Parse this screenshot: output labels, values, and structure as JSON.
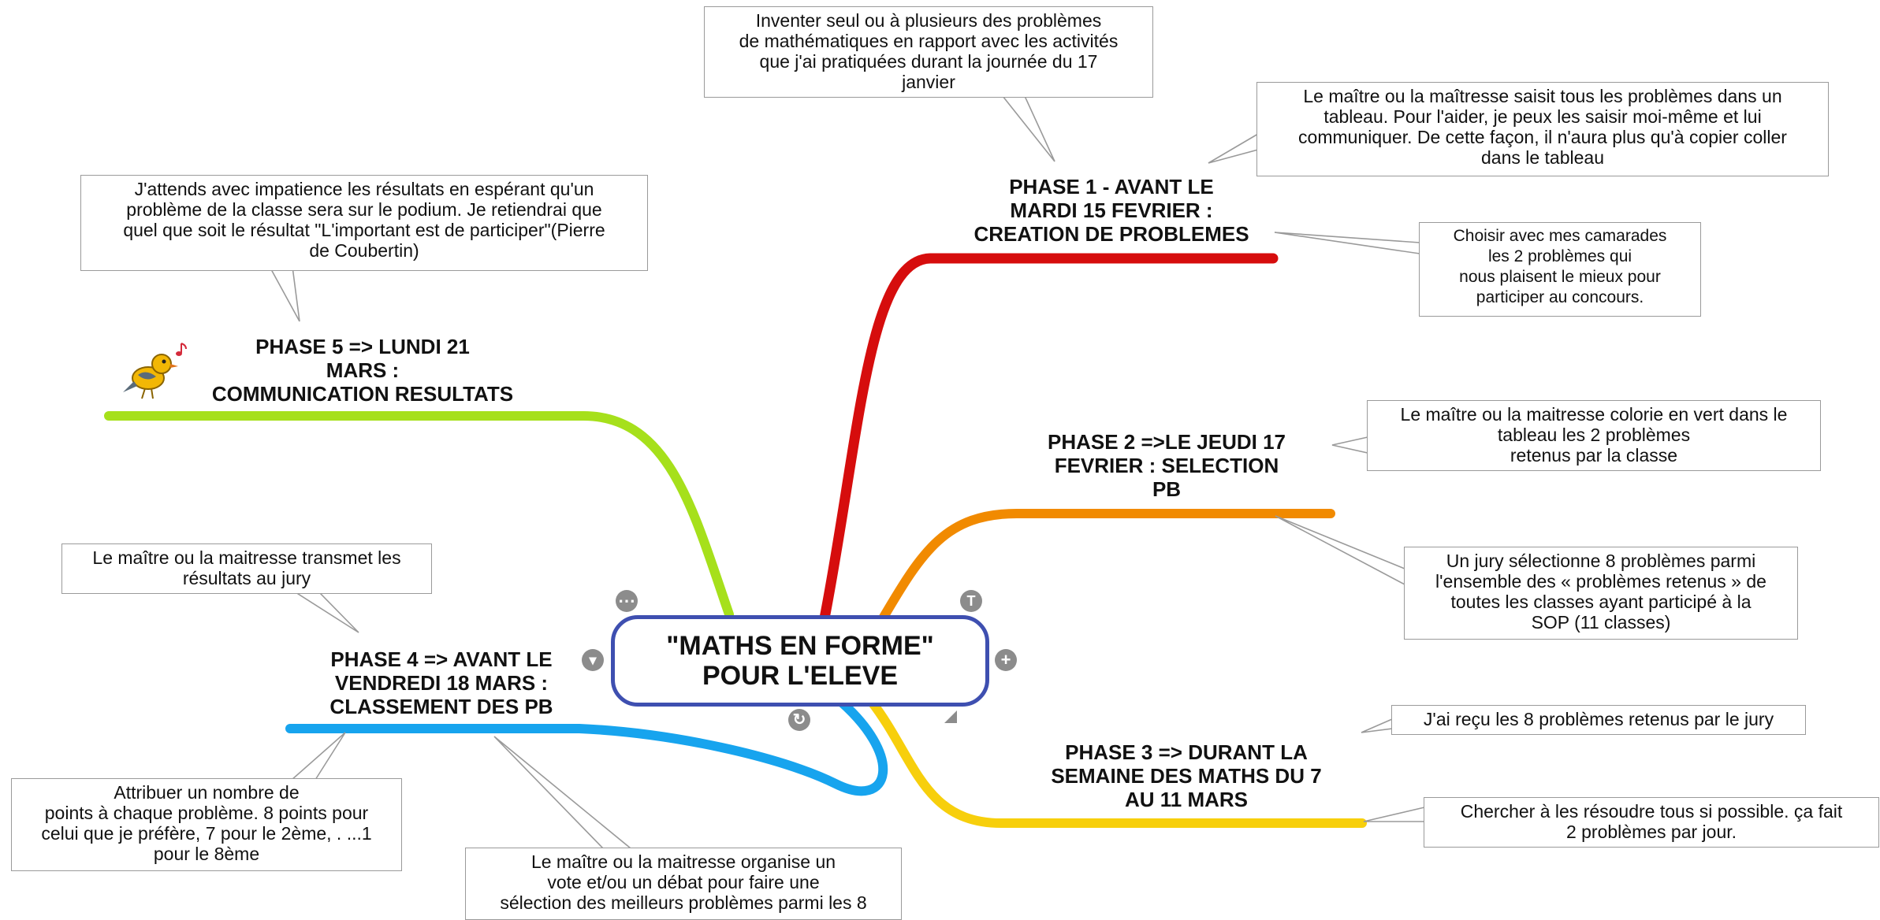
{
  "center": {
    "line1": "\"MATHS EN FORME\"",
    "line2": "POUR L'ELEVE"
  },
  "colors": {
    "phase1": "#d60d0d",
    "phase2": "#f18a00",
    "phase3": "#f7cf0c",
    "phase4": "#17a4ee",
    "phase5": "#a6e01b",
    "center_border": "#3e4fb0",
    "callout_border": "#9a9a9a"
  },
  "phases": {
    "p1": {
      "lines": [
        "PHASE 1 - AVANT LE",
        "MARDI 15 FEVRIER :",
        "CREATION DE PROBLEMES"
      ]
    },
    "p2": {
      "lines": [
        "PHASE 2 =>LE JEUDI 17",
        "FEVRIER : SELECTION",
        "PB"
      ]
    },
    "p3": {
      "lines": [
        "PHASE 3 => DURANT LA",
        "SEMAINE DES MATHS DU 7",
        "AU 11 MARS"
      ]
    },
    "p4": {
      "lines": [
        "PHASE 4 => AVANT LE",
        "VENDREDI 18 MARS :",
        "CLASSEMENT DES PB"
      ]
    },
    "p5": {
      "lines": [
        "PHASE 5 => LUNDI 21",
        "MARS :",
        "COMMUNICATION RESULTATS"
      ]
    }
  },
  "callouts": {
    "c1": {
      "lines": [
        "Inventer seul ou à plusieurs des problèmes",
        "de mathématiques en rapport avec les activités",
        "que j'ai pratiquées durant la journée du 17",
        "janvier"
      ]
    },
    "c2": {
      "lines": [
        "Le maître ou la maîtresse saisit tous les problèmes dans un",
        "tableau. Pour l'aider, je peux les saisir moi-même et lui",
        "communiquer. De cette façon, il n'aura plus qu'à copier coller",
        "dans le tableau"
      ]
    },
    "c3": {
      "lines": [
        "Choisir avec mes camarades",
        "les 2 problèmes qui",
        "nous plaisent le mieux pour",
        "participer au concours."
      ]
    },
    "c4": {
      "lines": [
        "Le maître ou la maitresse colorie en vert dans le",
        "tableau les 2 problèmes",
        "retenus par la classe"
      ]
    },
    "c5": {
      "lines": [
        "Un jury sélectionne 8 problèmes parmi",
        "l'ensemble des « problèmes retenus » de",
        "toutes les classes ayant participé à la",
        "SOP (11 classes)"
      ]
    },
    "c6": {
      "lines": [
        "J'ai reçu les 8 problèmes retenus par le jury"
      ]
    },
    "c7": {
      "lines": [
        "Chercher à les résoudre tous si possible. ça fait",
        "2 problèmes par jour."
      ]
    },
    "c8": {
      "lines": [
        "J'attends avec impatience les résultats en espérant qu'un",
        "problème de la classe sera sur le podium. Je retiendrai que",
        "quel que soit le résultat \"L'important est de participer\"(Pierre",
        "de Coubertin)"
      ]
    },
    "c9": {
      "lines": [
        "Le maître ou la maitresse transmet les",
        "résultats au jury"
      ]
    },
    "c10": {
      "lines": [
        "Attribuer un nombre de",
        "points à chaque problème. 8 points pour",
        "celui que je préfère, 7 pour le 2ème, . ...1",
        "pour le 8ème"
      ]
    },
    "c11": {
      "lines": [
        "Le maître ou la maitresse organise un",
        "vote et/ou un débat pour faire une",
        "sélection des meilleurs problèmes parmi les 8"
      ]
    }
  },
  "controls": {
    "more": "⋯",
    "topic": "T",
    "add": "+",
    "collapse": "▾",
    "refresh": "↻"
  },
  "icons": {
    "bird": "bird-icon",
    "music_note": "music-note-icon"
  }
}
